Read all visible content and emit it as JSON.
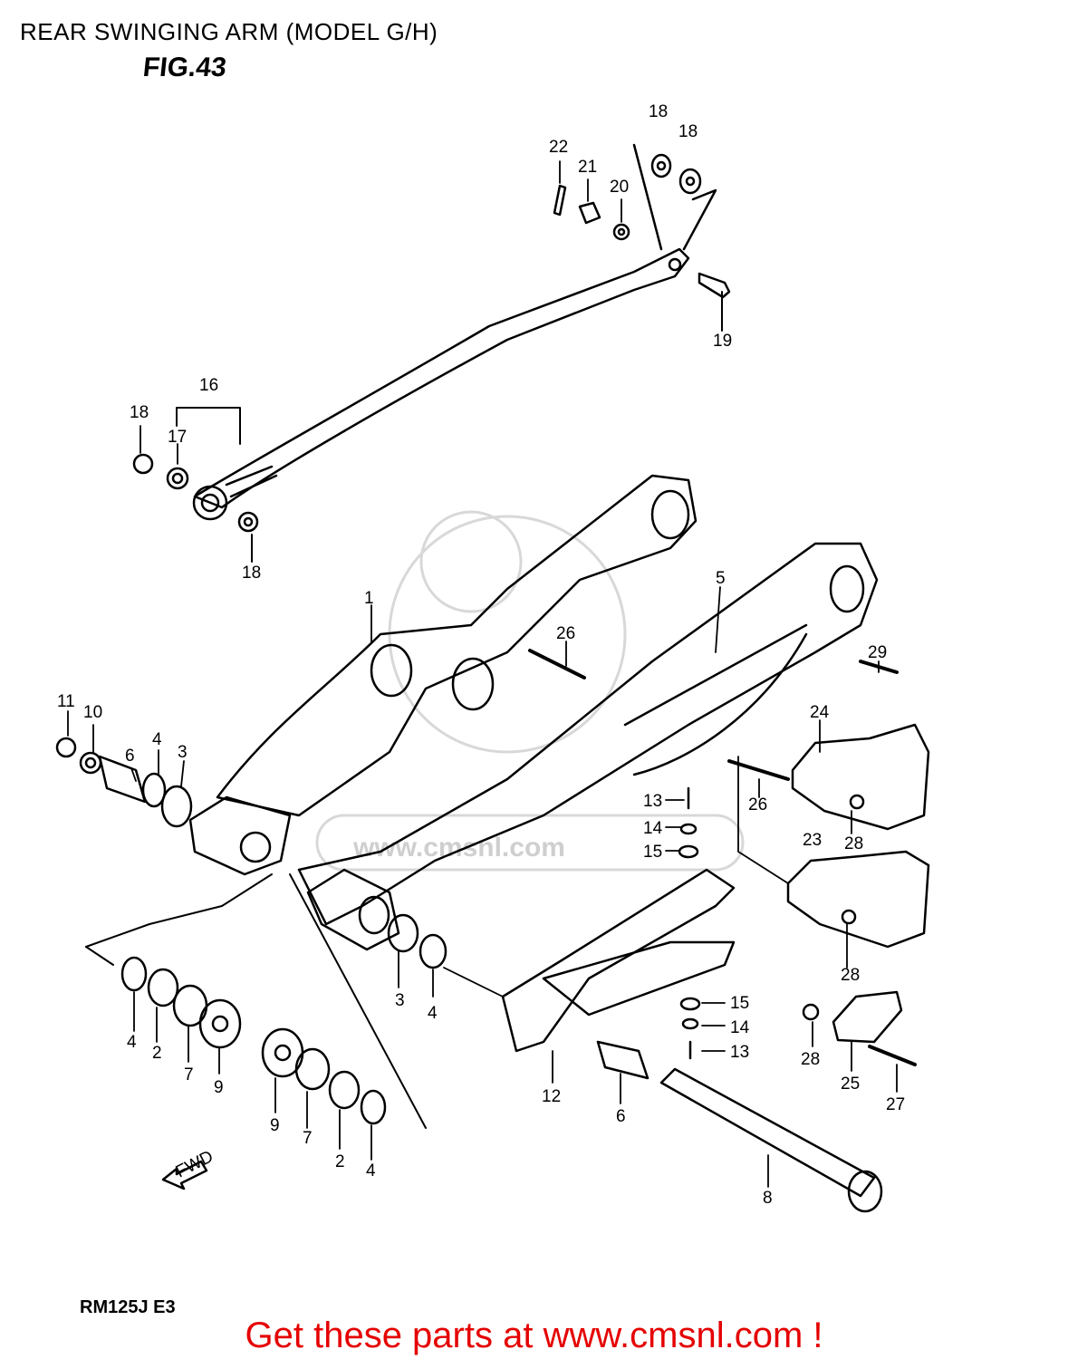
{
  "header": {
    "title": "REAR SWINGING ARM (MODEL G/H)",
    "figure": "FIG.43"
  },
  "diagram": {
    "part_labels": [
      "1",
      "2",
      "2",
      "3",
      "3",
      "4",
      "4",
      "4",
      "4",
      "5",
      "6",
      "6",
      "7",
      "7",
      "8",
      "9",
      "9",
      "10",
      "11",
      "12",
      "13",
      "13",
      "14",
      "14",
      "15",
      "15",
      "16",
      "17",
      "18",
      "18",
      "18",
      "18",
      "19",
      "20",
      "21",
      "22",
      "23",
      "24",
      "25",
      "26",
      "26",
      "27",
      "28",
      "28",
      "28",
      "29"
    ],
    "fwd_arrow": "FWD",
    "watermark": "www.cmsnl.com"
  },
  "footer": {
    "ref_code": "RM125J E3",
    "link_text": "Get these parts at www.cmsnl.com !",
    "link_color": "#e50000"
  }
}
